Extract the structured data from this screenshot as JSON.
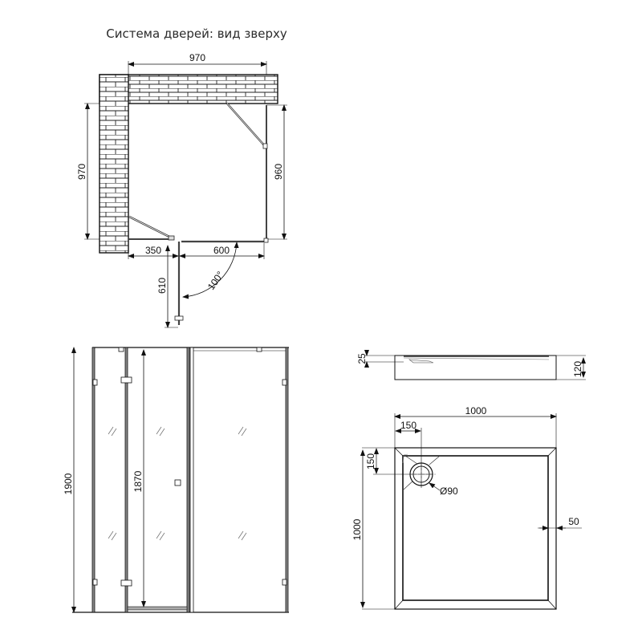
{
  "title": "Система дверей: вид зверху",
  "top_view": {
    "width_top": "970",
    "height_left": "970",
    "height_right": "960",
    "bottom_left": "350",
    "bottom_right": "600",
    "door_depth": "610",
    "door_angle": "100°"
  },
  "front_view": {
    "total_height": "1900",
    "door_height": "1870"
  },
  "tray_side": {
    "rim_height": "25",
    "total_height": "120"
  },
  "tray_top": {
    "width": "1000",
    "depth": "1000",
    "drain_offset_x": "150",
    "drain_offset_y": "150",
    "drain_diameter": "Ø90",
    "rim_width": "50"
  }
}
